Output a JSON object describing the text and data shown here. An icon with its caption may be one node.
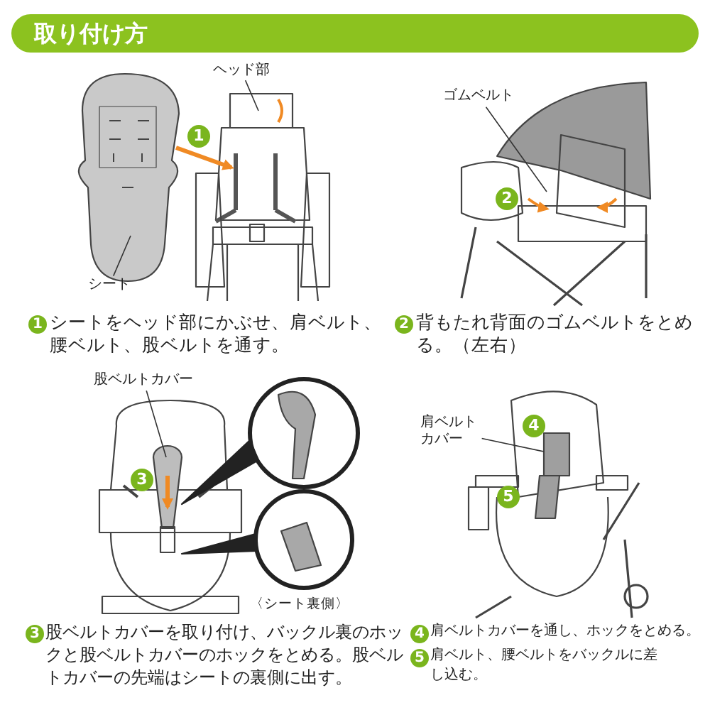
{
  "diagram": {
    "title": "取り付け方",
    "nodes": [
      {
        "text": [
          "ヘッド部"
        ]
      },
      {
        "text": [
          "シート"
        ]
      },
      {
        "text": [
          "ゴムベルト"
        ]
      },
      {
        "text": [
          "股ベルトカバー"
        ]
      },
      {
        "text": [
          "肩ベルトカバー"
        ]
      }
    ],
    "edges": [
      {
        "from": 0,
        "to": null,
        "arrow": "none"
      },
      {
        "from": 1,
        "to": null,
        "arrow": "none"
      },
      {
        "from": 2,
        "to": null,
        "arrow": "none"
      },
      {
        "from": 3,
        "to": null,
        "arrow": "none"
      },
      {
        "from": 4,
        "to": null,
        "arrow": "none"
      }
    ],
    "labels": [
      "1",
      "2",
      "1",
      "シートをヘッド部にかぶせ、肩ベルト、腰ベルト、股ベルトを通す。",
      "2",
      "背もたれ背面のゴムベルトをとめる。（左右）",
      "3",
      "〈シート裏側〉",
      "4",
      "5",
      "3",
      "股ベルトカバーを取り付け、バックル裏のホックと股ベルトカバーのホックをとめる。股ベルトカバーの先端はシートの裏側に出す。",
      "4",
      "肩ベルトカバーを通し、ホックをとめる。",
      "5",
      "肩ベルト、腰ベルトをバックルに差し込む。"
    ]
  }
}
